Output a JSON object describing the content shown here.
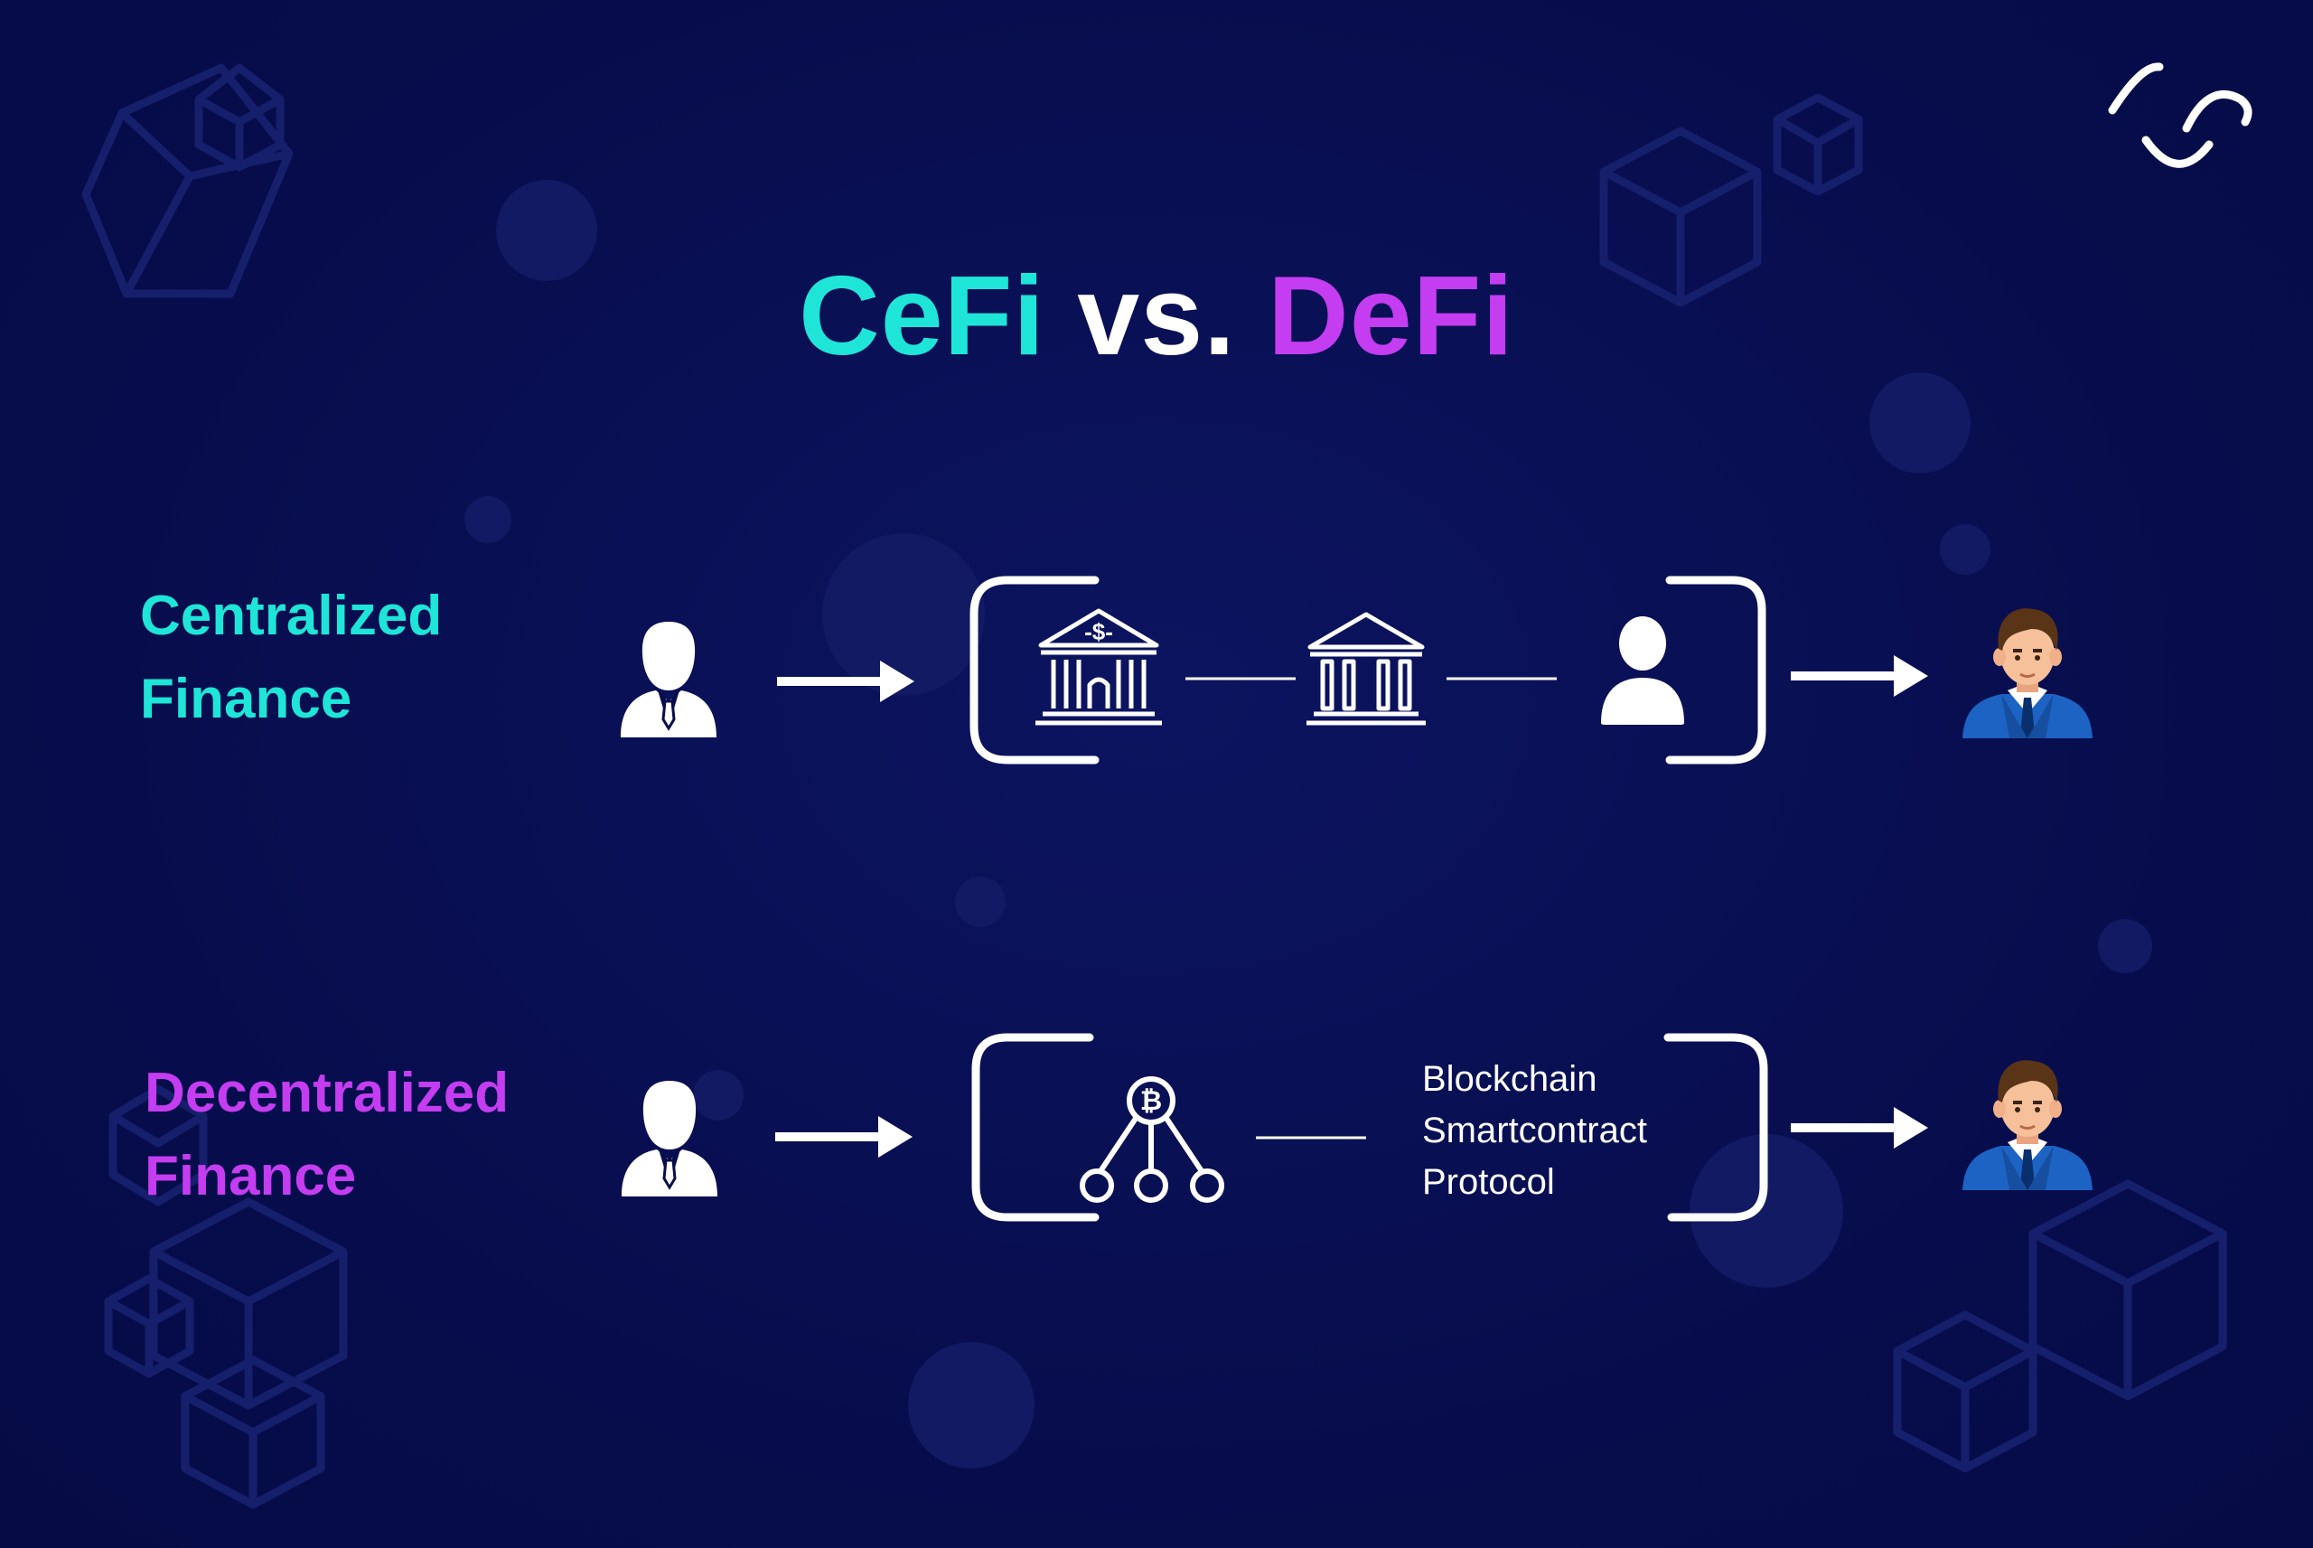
{
  "title": {
    "cefi": "CeFi",
    "vs": "vs.",
    "defi": "DeFi"
  },
  "colors": {
    "background": "#070d4d",
    "cefi": "#1ee5d8",
    "defi": "#c43df0",
    "foreground": "#ffffff",
    "decor": "#131c66"
  },
  "centralized": {
    "line1": "Centralized",
    "line2": "Finance"
  },
  "decentralized": {
    "line1": "Decentralized",
    "line2": "Finance"
  },
  "defi_flow": {
    "protocol_lines": [
      "Blockchain",
      "Smartcontract",
      "Protocol"
    ]
  },
  "icons": [
    "brand-logo-icon",
    "user-icon",
    "arrow-right-icon",
    "bank-dollar-icon",
    "bank-icon",
    "person-icon",
    "recipient-avatar-icon",
    "bitcoin-network-icon"
  ]
}
